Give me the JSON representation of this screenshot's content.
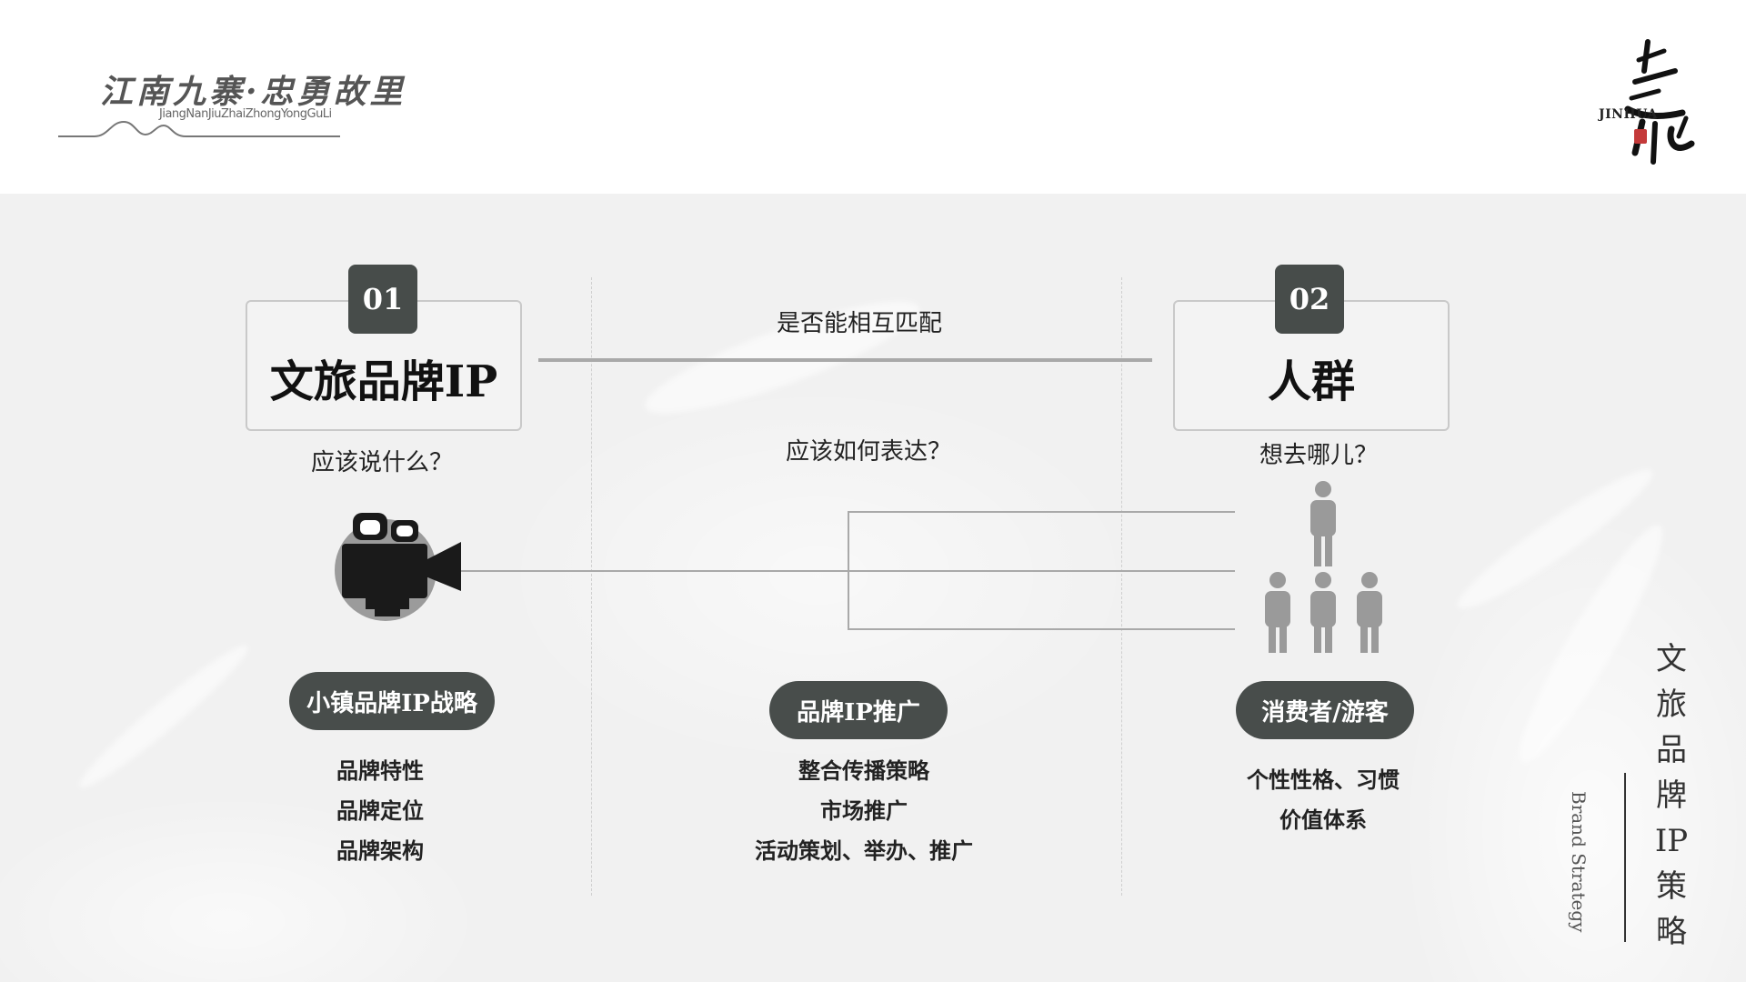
{
  "header": {
    "logo_title": "江南九寨·忠勇故里",
    "logo_subtitle": "JiangNanJiuZhaiZhongYongGuLi",
    "brand_name": "JINHUA",
    "brand_glyph": "進化"
  },
  "side": {
    "title": "文旅品牌IP策略",
    "subtitle": "Brand Strategy"
  },
  "left": {
    "number": "01",
    "title": "文旅品牌IP",
    "question": "应该说什么？",
    "pill": "小镇品牌IP战略",
    "items": [
      "品牌特性",
      "品牌定位",
      "品牌架构"
    ],
    "icon": "video-camera-icon"
  },
  "middle": {
    "top_question": "是否能相互匹配",
    "question": "应该如何表达？",
    "pill": "品牌IP推广",
    "items": [
      "整合传播策略",
      "市场推广",
      "活动策划、举办、推广"
    ]
  },
  "right": {
    "number": "02",
    "title": "人群",
    "question": "想去哪儿？",
    "pill": "消费者/游客",
    "items": [
      "个性性格、习惯",
      "价值体系"
    ],
    "icon": "people-group-icon"
  },
  "colors": {
    "dark_fill": "#474c4a",
    "line_gray": "#a9a9a9",
    "seal_red": "#c43a3a"
  }
}
